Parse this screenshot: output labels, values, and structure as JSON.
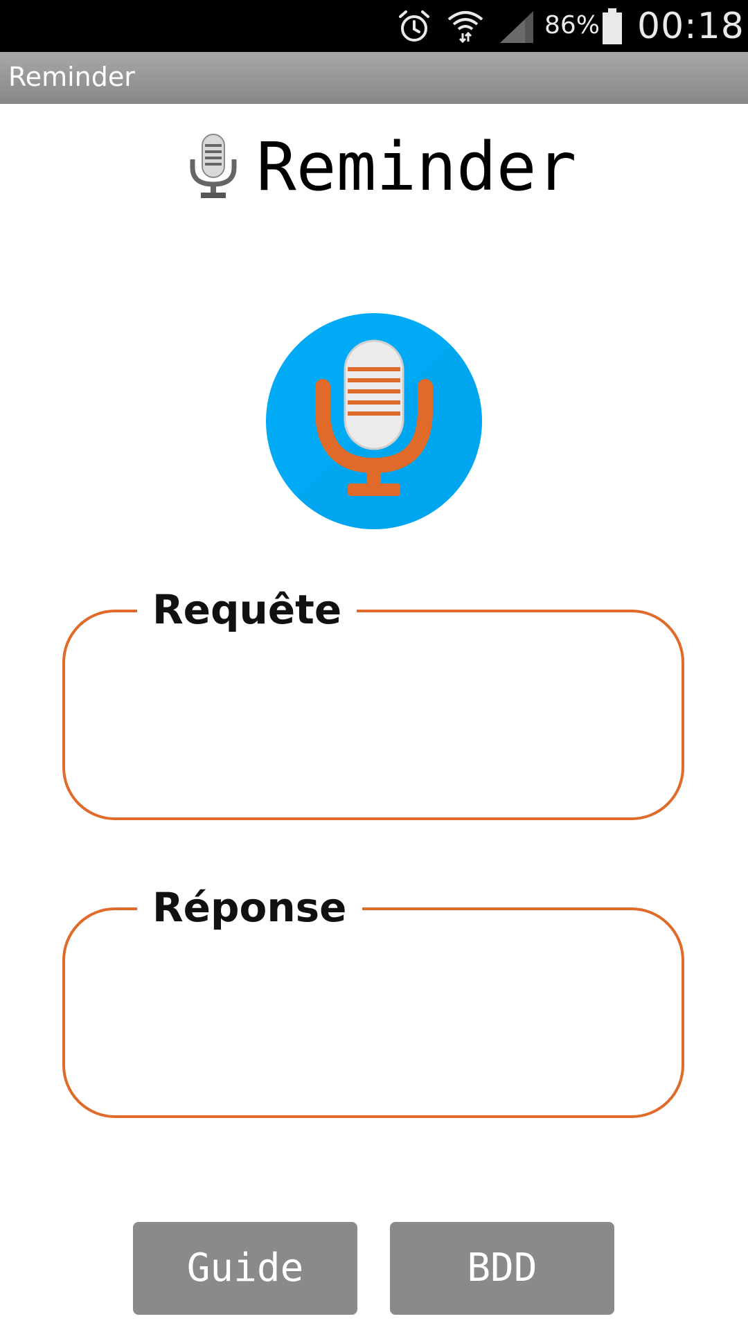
{
  "status_bar": {
    "battery_percent": "86%",
    "time": "00:18",
    "icons": [
      "alarm-icon",
      "wifi-icon",
      "signal-icon",
      "battery-icon"
    ]
  },
  "action_bar": {
    "title": "Reminder"
  },
  "header": {
    "title": "Reminder",
    "icon": "microphone-icon"
  },
  "mic_button": {
    "icon": "microphone-icon",
    "colors": {
      "circle": "#00aaf5",
      "stand": "#e06a2a",
      "capsule": "#e8e8e8",
      "grille": "#e06a2a"
    }
  },
  "fields": {
    "requete": {
      "legend": "Requête",
      "value": ""
    },
    "reponse": {
      "legend": "Réponse",
      "value": ""
    }
  },
  "buttons": {
    "guide_label": "Guide",
    "bdd_label": "BDD"
  },
  "colors": {
    "accent": "#e06a2a",
    "button_bg": "#8a8a8a",
    "action_bar": "#8f8f8f"
  }
}
